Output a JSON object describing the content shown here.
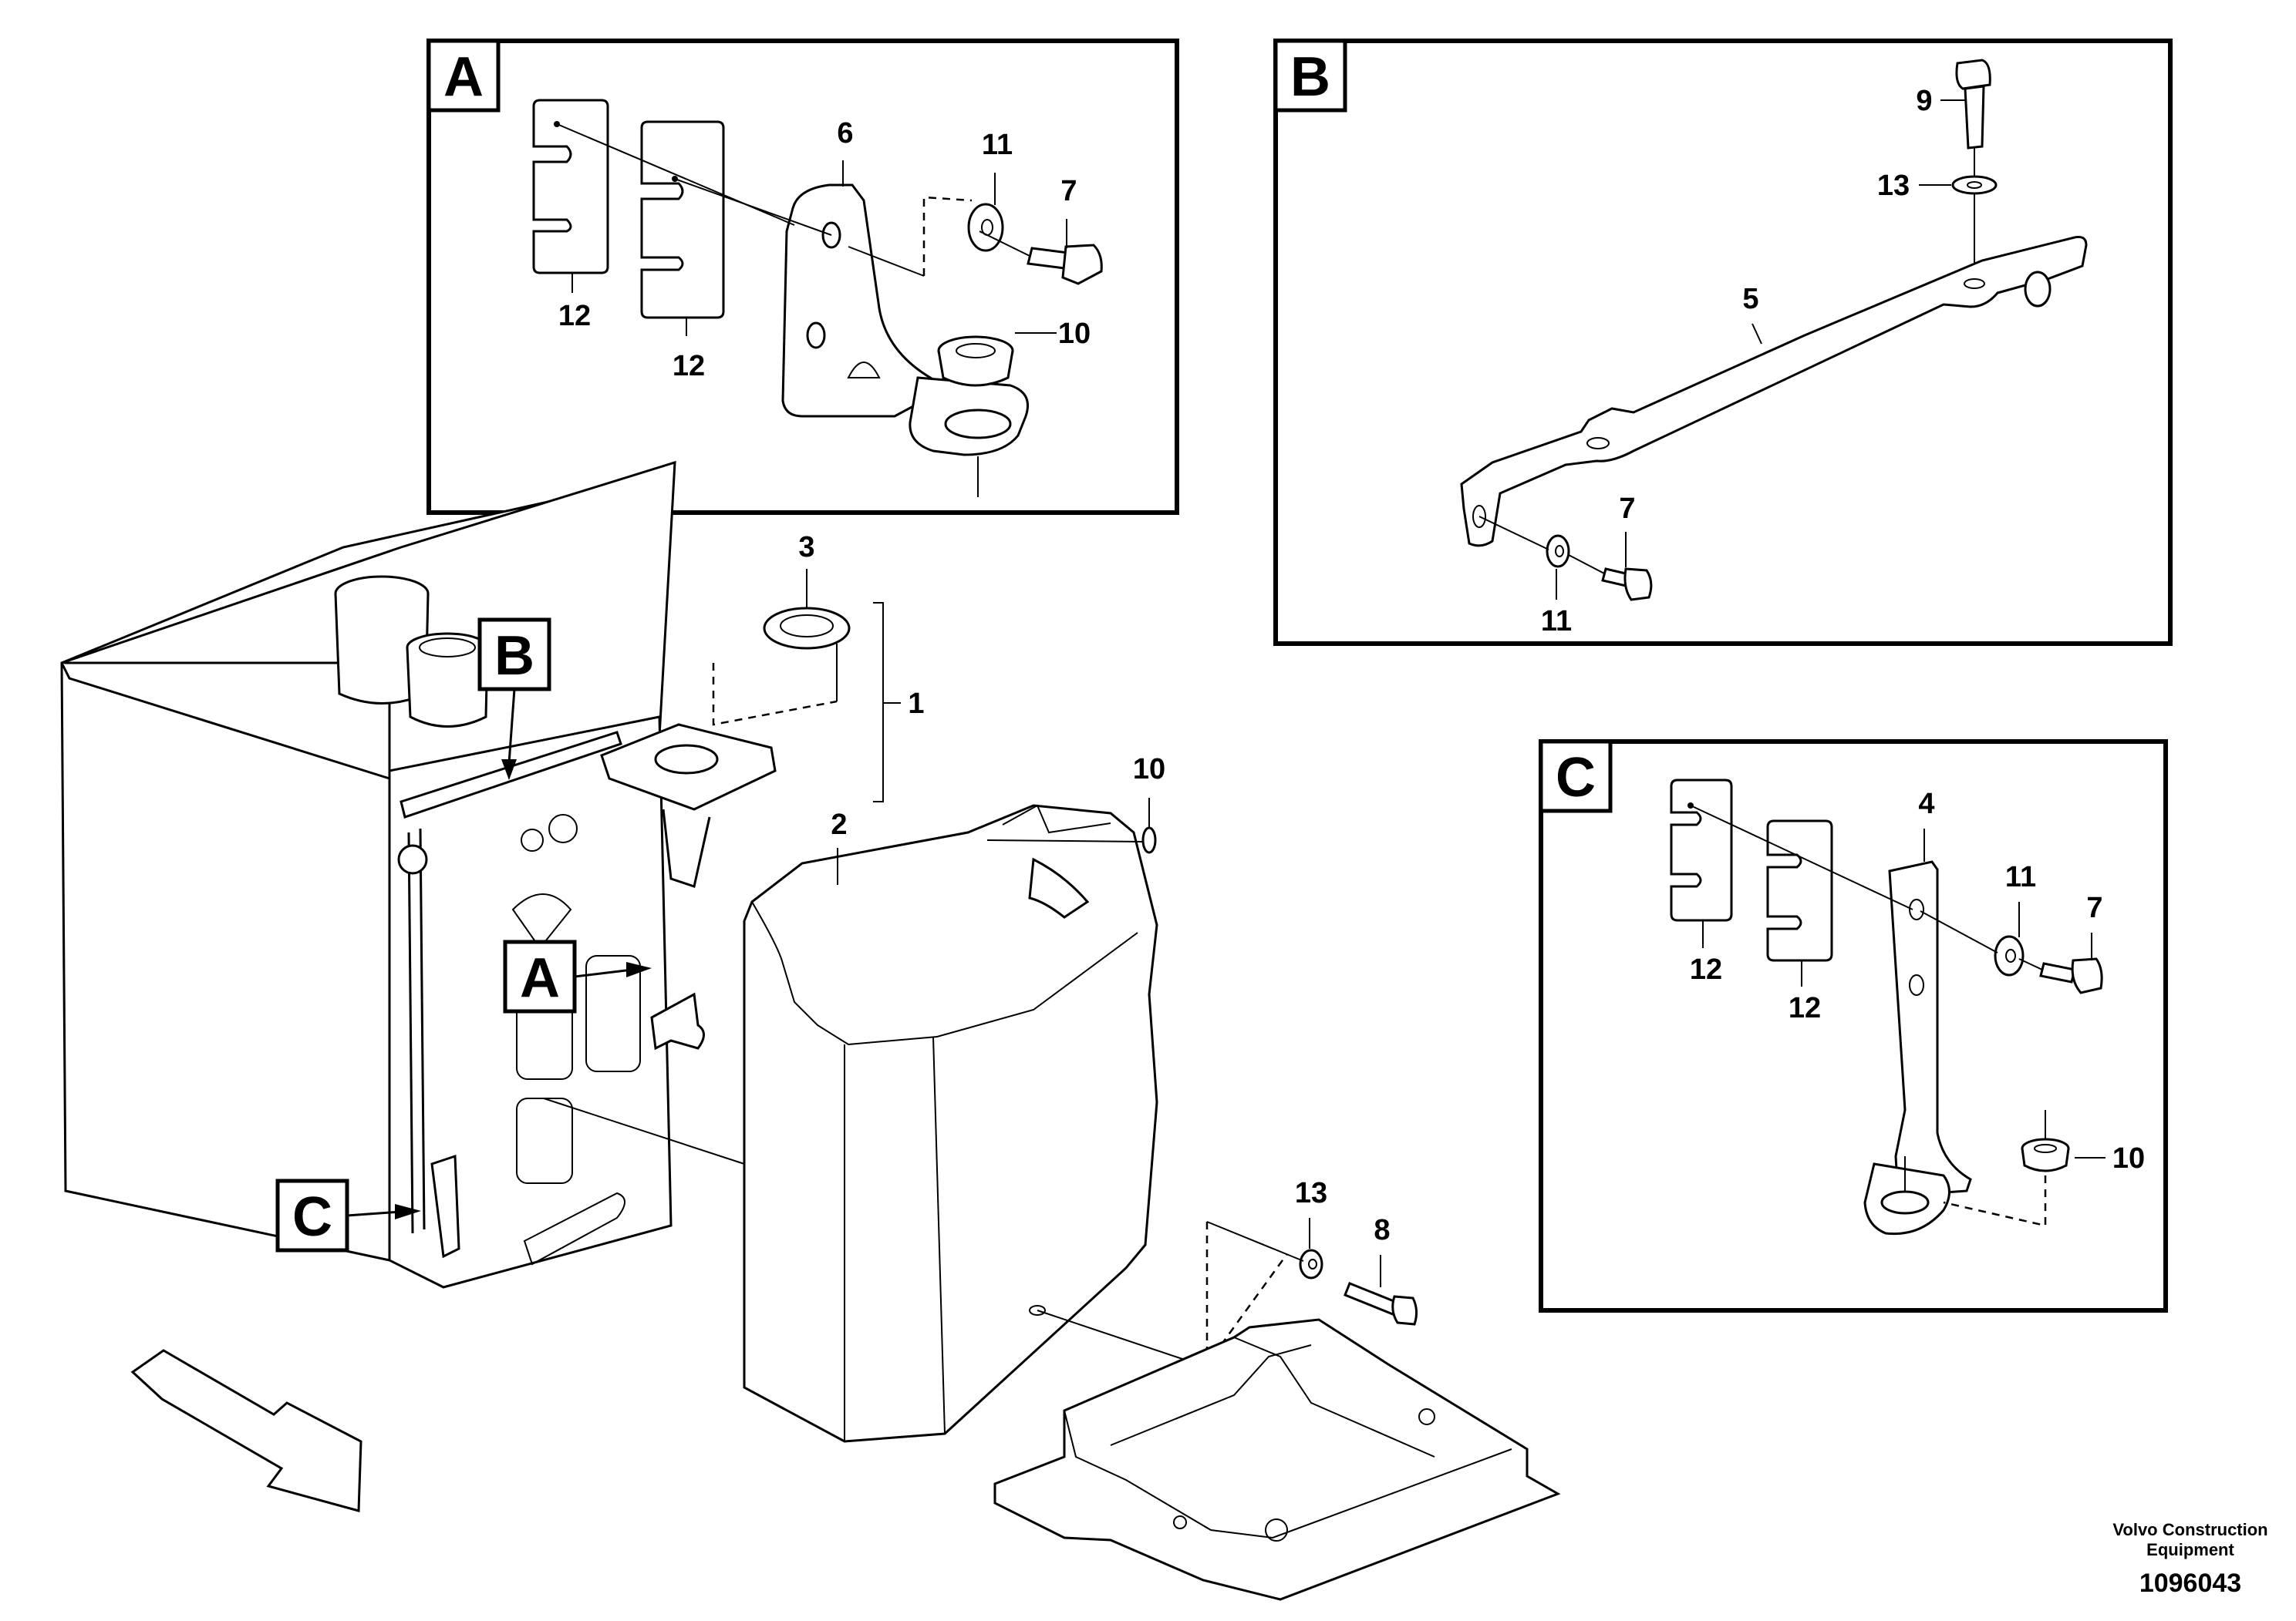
{
  "detail_views": {
    "A": {
      "tag": "A",
      "callouts": {
        "shim_left": "12",
        "shim_right": "12",
        "bracket": "6",
        "washer": "11",
        "bolt": "7",
        "grommet": "10"
      }
    },
    "B": {
      "tag": "B",
      "callouts": {
        "bolt_top": "9",
        "washer_top": "13",
        "bar": "5",
        "bolt_bottom": "7",
        "washer_bottom": "11"
      }
    },
    "C": {
      "tag": "C",
      "callouts": {
        "shim_left": "12",
        "shim_right": "12",
        "bracket": "4",
        "washer": "11",
        "bolt": "7",
        "grommet": "10"
      }
    }
  },
  "main_view": {
    "pointers": {
      "A": "A",
      "B": "B",
      "C": "C"
    },
    "callouts": {
      "assembly": "1",
      "cover": "2",
      "cap_ring": "3",
      "grommet": "10",
      "washer": "13",
      "bolt": "8"
    }
  },
  "footer": {
    "credit_line1": "Volvo Construction",
    "credit_line2": "Equipment",
    "drawing_number": "1096043"
  }
}
